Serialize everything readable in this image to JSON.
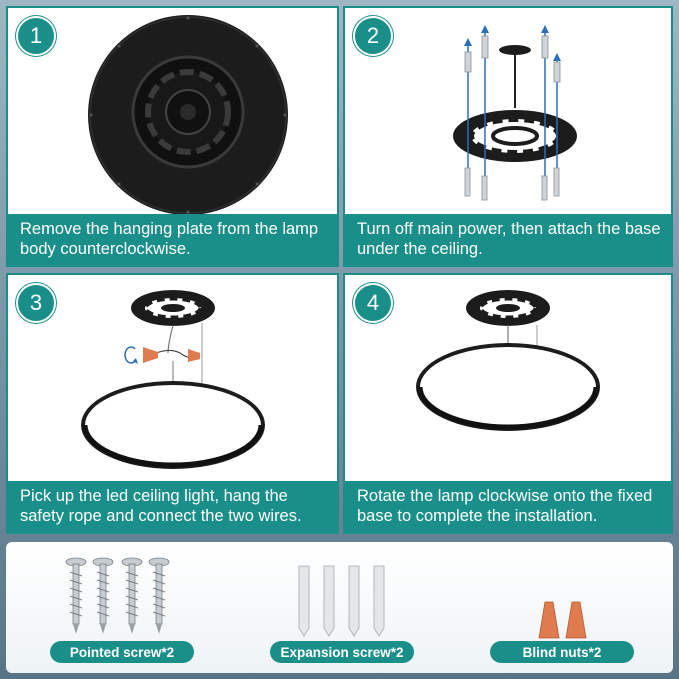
{
  "steps": [
    {
      "number": "1",
      "caption": "Remove the hanging plate from the lamp body counterclockwise."
    },
    {
      "number": "2",
      "caption": "Turn off main power, then attach the base under the ceiling."
    },
    {
      "number": "3",
      "caption": "Pick up the led ceiling light, hang the safety rope and connect the two wires."
    },
    {
      "number": "4",
      "caption": "Rotate the lamp clockwise onto the fixed base to complete the installation."
    }
  ],
  "parts": [
    {
      "label": "Pointed screw*2"
    },
    {
      "label": "Expansion screw*2"
    },
    {
      "label": "Blind nuts*2"
    }
  ],
  "colors": {
    "accent": "#1a8f8a",
    "lamp": "#1b1b1b",
    "wire_nut": "#e07a4f"
  }
}
